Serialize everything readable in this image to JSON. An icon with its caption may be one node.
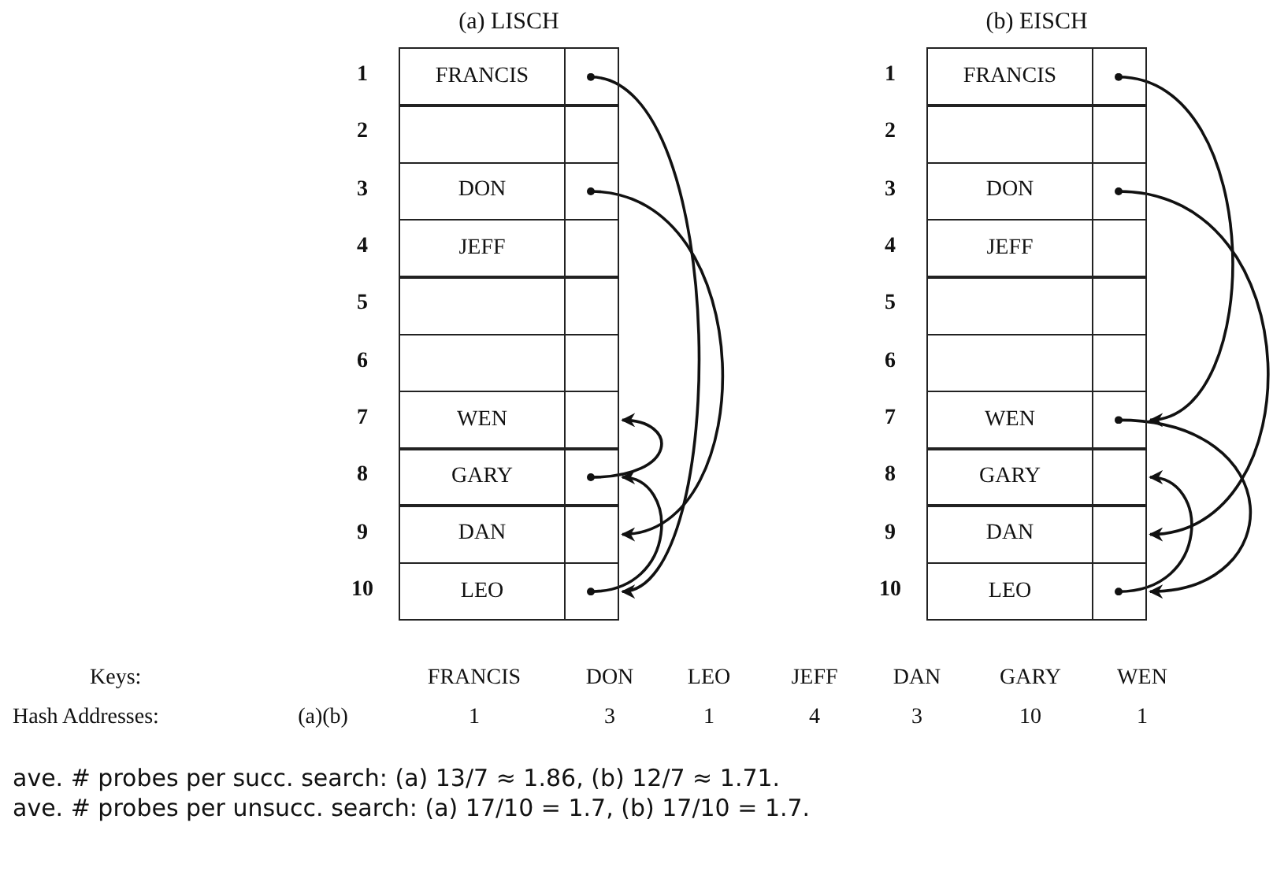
{
  "diagram": {
    "nodes": [
      {
        "text": [
          "(a) LISCH"
        ]
      },
      {
        "text": [
          "FRANCIS"
        ],
        "in": 0,
        "beside": [
          "1"
        ]
      },
      {
        "text": [],
        "shape": "box",
        "in": 0,
        "beside": [
          "2"
        ]
      },
      {
        "text": [
          "DON"
        ],
        "in": 0,
        "beside": [
          "3"
        ]
      },
      {
        "text": [
          "JEFF"
        ],
        "in": 0,
        "beside": [
          "4"
        ]
      },
      {
        "text": [],
        "shape": "box",
        "in": 0,
        "beside": [
          "5"
        ]
      },
      {
        "text": [],
        "shape": "box",
        "in": 0,
        "beside": [
          "6"
        ]
      },
      {
        "text": [
          "WEN"
        ],
        "in": 0,
        "beside": [
          "7"
        ]
      },
      {
        "text": [
          "GARY"
        ],
        "in": 0,
        "beside": [
          "8"
        ]
      },
      {
        "text": [
          "DAN"
        ],
        "in": 0,
        "beside": [
          "9"
        ]
      },
      {
        "text": [
          "LEO"
        ],
        "in": 0,
        "beside": [
          "10"
        ]
      },
      {
        "text": [
          "(b) EISCH"
        ]
      },
      {
        "text": [
          "FRANCIS"
        ],
        "in": 11,
        "beside": [
          "1"
        ]
      },
      {
        "text": [],
        "shape": "box",
        "in": 11,
        "beside": [
          "2"
        ]
      },
      {
        "text": [
          "DON"
        ],
        "in": 11,
        "beside": [
          "3"
        ]
      },
      {
        "text": [
          "JEFF"
        ],
        "in": 11,
        "beside": [
          "4"
        ]
      },
      {
        "text": [],
        "shape": "box",
        "in": 11,
        "beside": [
          "5"
        ]
      },
      {
        "text": [],
        "shape": "box",
        "in": 11,
        "beside": [
          "6"
        ]
      },
      {
        "text": [
          "WEN"
        ],
        "in": 11,
        "beside": [
          "7"
        ]
      },
      {
        "text": [
          "GARY"
        ],
        "in": 11,
        "beside": [
          "8"
        ]
      },
      {
        "text": [
          "DAN"
        ],
        "in": 11,
        "beside": [
          "9"
        ]
      },
      {
        "text": [
          "LEO"
        ],
        "in": 11,
        "beside": [
          "10"
        ]
      }
    ],
    "edges": [
      {
        "from": 1,
        "to": 10,
        "arrow": "to"
      },
      {
        "from": 3,
        "to": 9,
        "arrow": "to"
      },
      {
        "from": 8,
        "to": 7,
        "arrow": "to"
      },
      {
        "from": 10,
        "to": 8,
        "arrow": "to"
      },
      {
        "from": 12,
        "to": 18,
        "arrow": "to"
      },
      {
        "from": 14,
        "to": 20,
        "arrow": "to"
      },
      {
        "from": 18,
        "to": 21,
        "arrow": "to"
      },
      {
        "from": 21,
        "to": 19,
        "arrow": "to"
      }
    ],
    "labels": [
      "Keys:",
      "FRANCIS",
      "DON",
      "LEO",
      "JEFF",
      "DAN",
      "GARY",
      "WEN",
      "Hash Addresses:",
      "(a)(b)",
      "1",
      "3",
      "1",
      "4",
      "3",
      "10",
      "1",
      "ave. # probes per succ. search: (a) 13/7 ≈ 1.86, (b) 12/7 ≈ 1.71.",
      "ave. # probes per unsucc. search: (a) 17/10 = 1.7, (b) 17/10 = 1.7."
    ]
  }
}
